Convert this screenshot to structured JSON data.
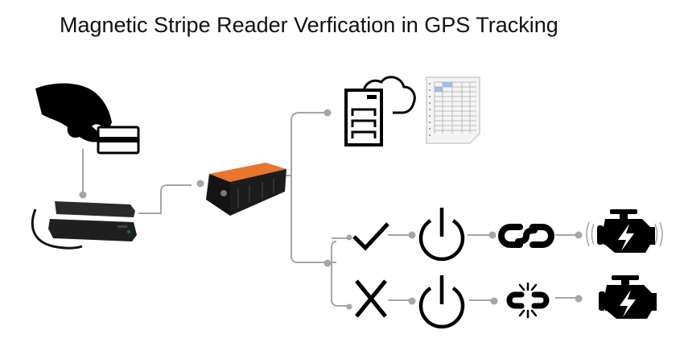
{
  "title": "Magnetic Stripe Reader Verfication in GPS Tracking",
  "colors": {
    "connector": "#a6a6a6",
    "icon": "#000000",
    "tracker_top": "#e8762d",
    "tracker_body": "#1a1a1a",
    "reader": "#2a2a2a"
  },
  "nodes": [
    {
      "id": "hand-card",
      "icon": "hand-swiping-card-icon"
    },
    {
      "id": "card-reader",
      "icon": "magnetic-stripe-reader-icon"
    },
    {
      "id": "gps-tracker",
      "icon": "gps-tracker-device-icon"
    },
    {
      "id": "server-cloud",
      "icon": "server-cloud-icon"
    },
    {
      "id": "spreadsheet",
      "icon": "spreadsheet-report-icon"
    }
  ],
  "branches": [
    {
      "result": "verified",
      "steps": [
        "checkmark-icon",
        "power-icon",
        "link-icon",
        "engine-running-icon"
      ]
    },
    {
      "result": "rejected",
      "steps": [
        "x-mark-icon",
        "power-icon",
        "broken-link-icon",
        "engine-off-icon"
      ]
    }
  ]
}
